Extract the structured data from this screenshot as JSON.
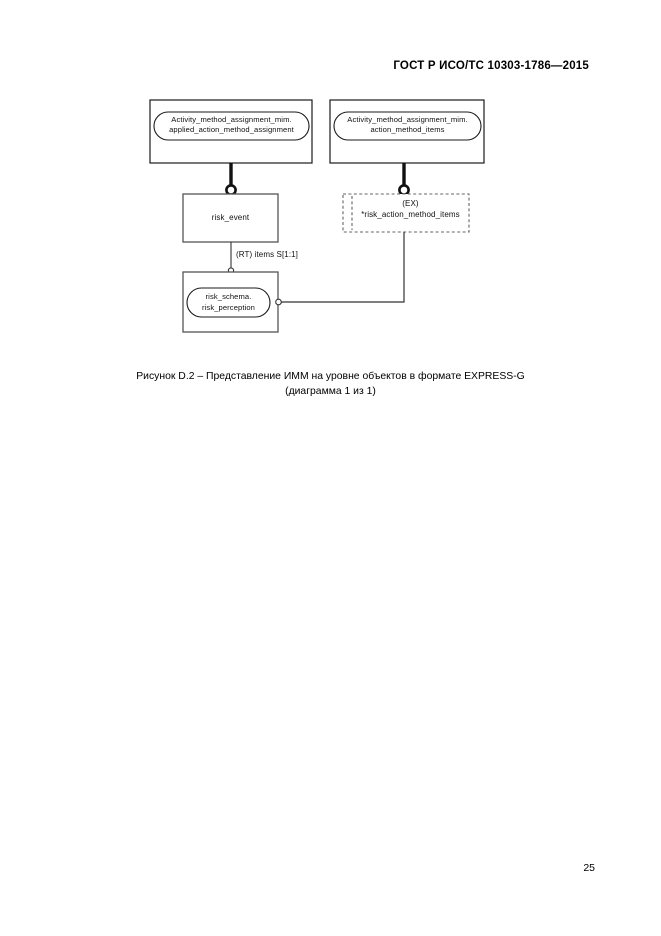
{
  "header": {
    "standard_title": "ГОСТ Р ИСО/ТС 10303-1786—2015"
  },
  "figure": {
    "nodes": {
      "schema_box_left": {
        "line1": "Activity_method_assignment_mim.",
        "line2": "applied_action_method_assignment"
      },
      "schema_box_right": {
        "line1": "Activity_method_assignment_mim.",
        "line2": "action_method_items"
      },
      "entity_risk_event": {
        "label": "risk_event"
      },
      "entity_risk_perception": {
        "line1": "risk_schema.",
        "line2": "risk_perception"
      },
      "ex_box": {
        "line1": "(EX)",
        "line2": "*risk_action_method_items"
      }
    },
    "edges": {
      "items_relationship": {
        "label": "(RT) items S[1:1]"
      }
    },
    "colors": {
      "stroke": "#1a1a1a",
      "box_fill": "#ffffff",
      "thick_connector": "#111111"
    }
  },
  "caption": {
    "line1": "Рисунок D.2 – Представление ИММ на уровне объектов в формате EXPRESS-G",
    "line2": "(диаграмма 1 из 1)"
  },
  "footer": {
    "page_number": "25"
  }
}
